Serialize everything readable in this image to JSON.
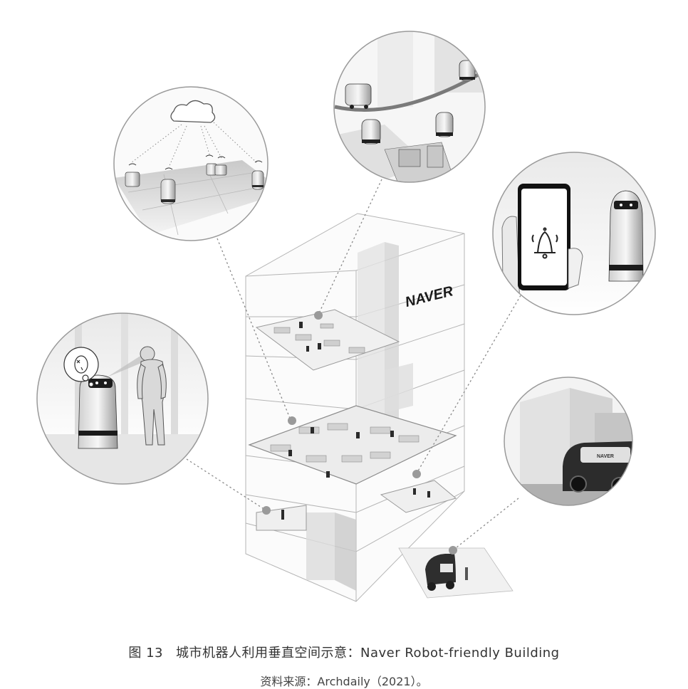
{
  "building": {
    "logo_text": "NAVER"
  },
  "vignettes": {
    "cloud_network": {
      "icon": "cloud-icon"
    },
    "delivery_corridor": {
      "icon": "robot-icon"
    },
    "phone_notification": {
      "icon": "bell-icon"
    },
    "face_recognition": {
      "icon": "face-scan-icon"
    },
    "autonomous_vehicle": {
      "icon": "vehicle-icon",
      "vehicle_text": "NAVER"
    }
  },
  "caption": {
    "figure_number": "图 13",
    "title": "城市机器人利用垂直空间示意：Naver Robot-friendly Building",
    "source": "资料来源：Archdaily（2021）。"
  },
  "colors": {
    "line": "#8a8a8a",
    "marker": "#9a9a9a",
    "robot_dark": "#2a2a2a",
    "floor_fill": "#f2f2f2"
  }
}
